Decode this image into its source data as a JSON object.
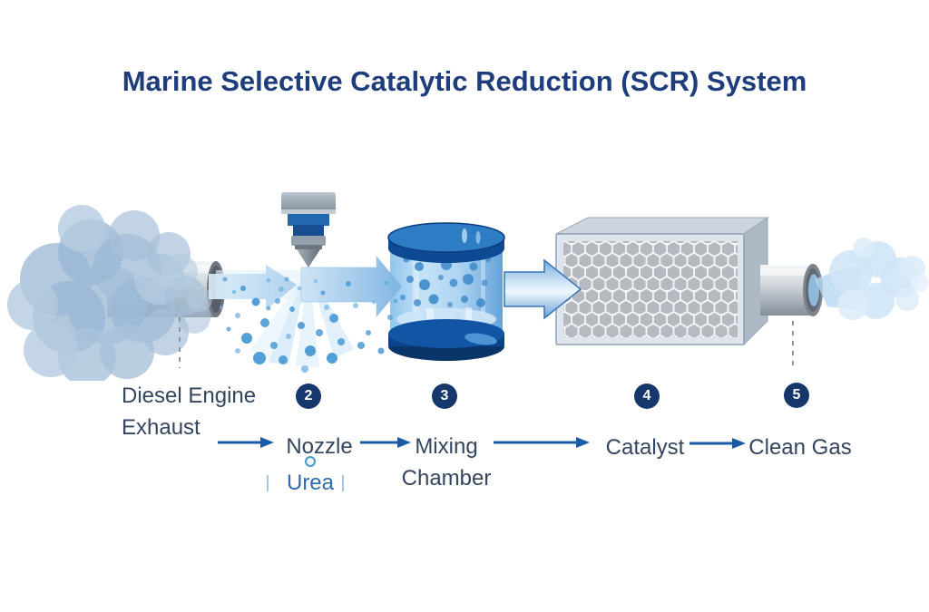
{
  "title": "Marine Selective Catalytic Reduction (SCR) System",
  "flow": {
    "steps": [
      {
        "line1": "Diesel Engine",
        "line2": "Exhaust",
        "icon": "exhaust-smoke-cloud"
      },
      {
        "number": "2",
        "line1": "Nozzle",
        "sublabel": "Urea",
        "icon": "urea-injector-nozzle"
      },
      {
        "number": "3",
        "line1": "Mixing",
        "line2": "Chamber",
        "icon": "mixing-chamber-cylinder"
      },
      {
        "number": "4",
        "line1": "Catalyst",
        "icon": "catalyst-honeycomb-box"
      },
      {
        "number": "5",
        "line1": "Clean Gas",
        "icon": "clean-gas-cloud"
      }
    ]
  },
  "diagram": {
    "icons": [
      "exhaust-smoke-cloud",
      "exhaust-pipe",
      "flow-arrow",
      "urea-injector-nozzle",
      "urea-spray-droplets",
      "mixing-chamber-cylinder",
      "catalyst-honeycomb-box",
      "outlet-pipe",
      "clean-gas-cloud",
      "dashed-callout-line",
      "urea-droplet-icon"
    ]
  },
  "colors": {
    "title_text": "#1e3d7c",
    "label_text": "#33455f",
    "badge_fill": "#16376b",
    "badge_text": "#ffffff",
    "flow_arrow": "#1a5ba8",
    "urea_text": "#2f6cb0",
    "chamber_rim": "#1356a5",
    "light_flow_arrow": "#a7cdec",
    "catalyst_hex": "#b6bac0",
    "smoke_cloud": "#a6c0d9",
    "clean_cloud": "#cfe5f7"
  }
}
